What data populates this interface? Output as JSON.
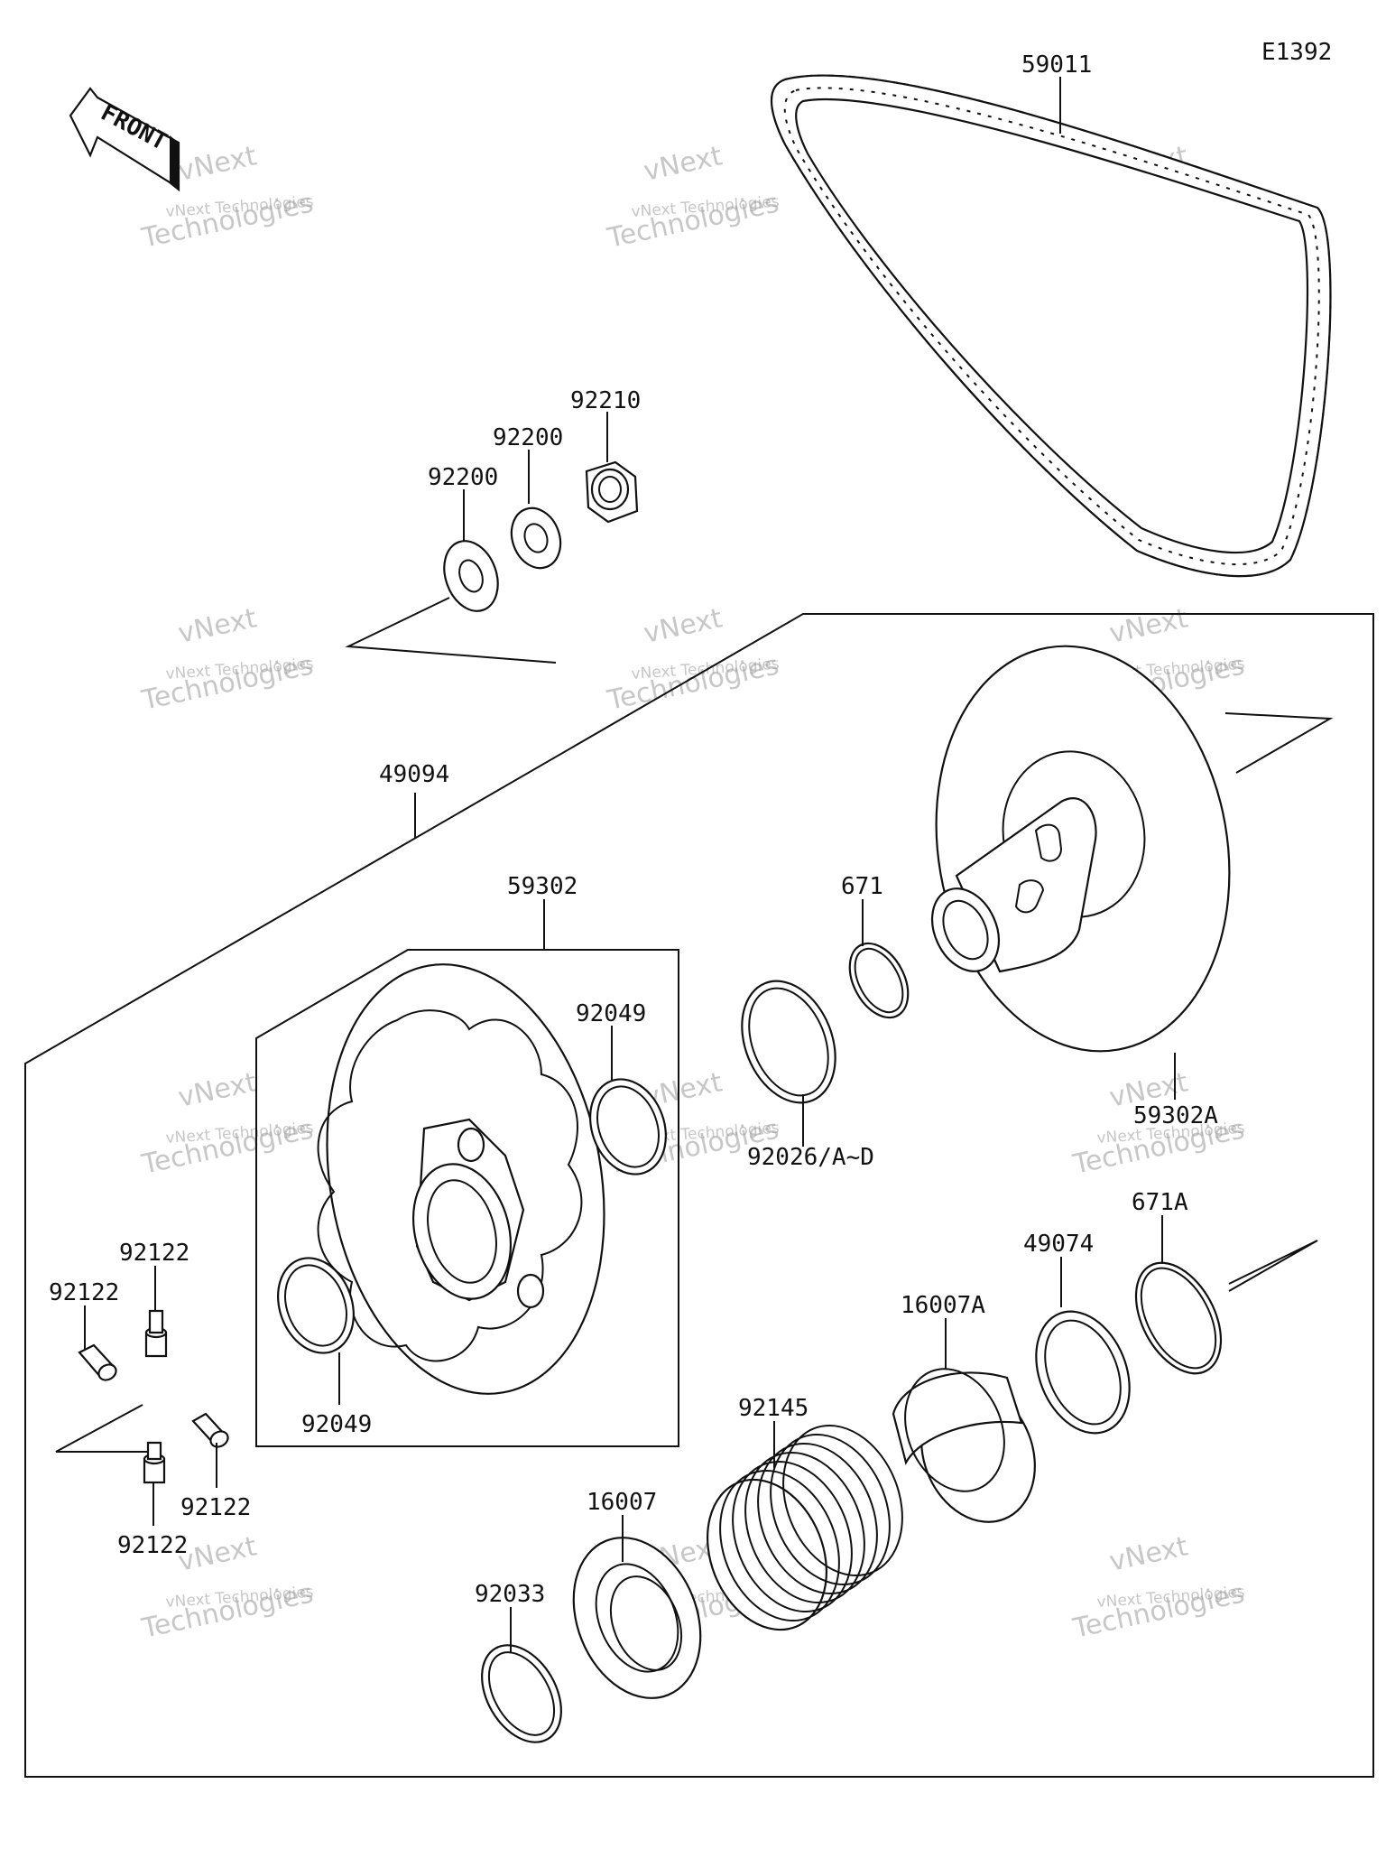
{
  "diagram_code": "E1392",
  "front_arrow_label": "FRONT",
  "watermark": {
    "line1": "vNext",
    "line2": "vNext Technologies",
    "line3": "Technologies"
  },
  "labels": {
    "p59011": "59011",
    "p92210": "92210",
    "p92200a": "92200",
    "p92200b": "92200",
    "p49094": "49094",
    "p59302": "59302",
    "p671": "671",
    "p59302A": "59302A",
    "p92049a": "92049",
    "p92049b": "92049",
    "p92026": "92026/A~D",
    "p671A": "671A",
    "p49074": "49074",
    "p16007A": "16007A",
    "p92145": "92145",
    "p16007": "16007",
    "p92033": "92033",
    "p92122a": "92122",
    "p92122b": "92122",
    "p92122c": "92122",
    "p92122d": "92122"
  }
}
